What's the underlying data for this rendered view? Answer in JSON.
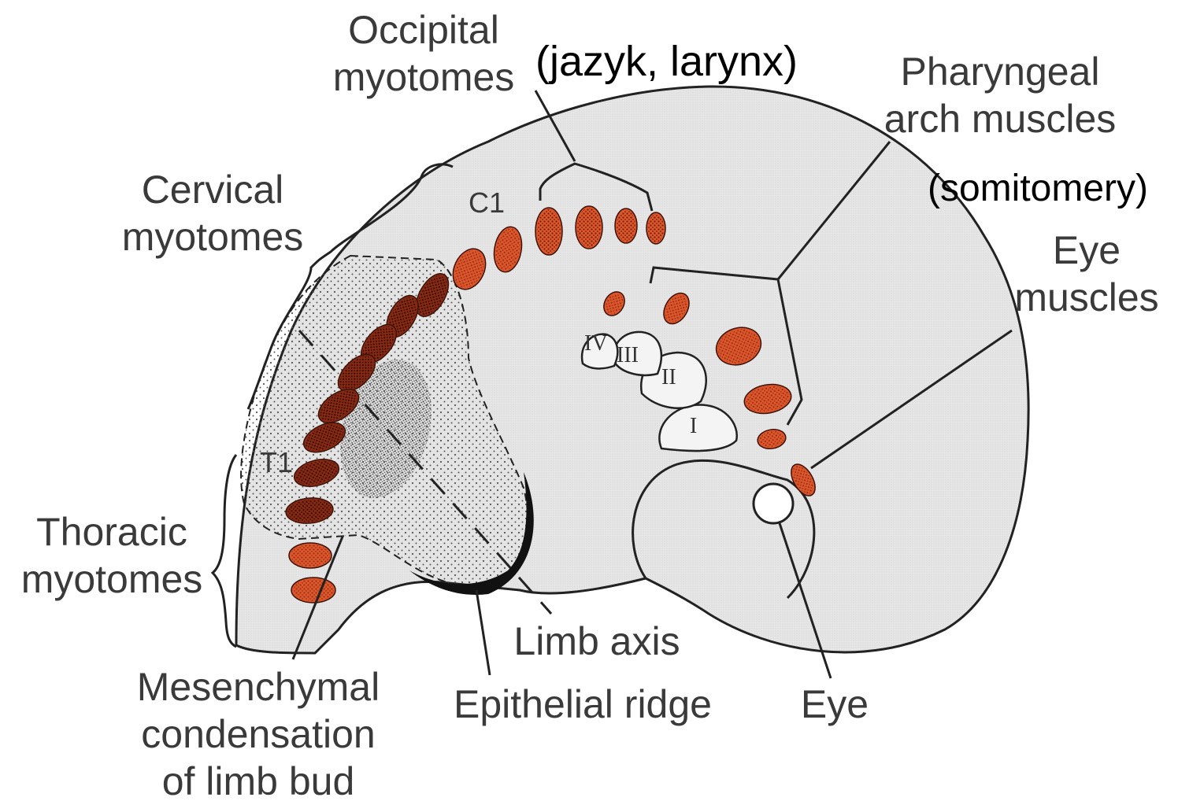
{
  "labels": {
    "occipital_line1": "Occipital",
    "occipital_line2": "myotomes",
    "annotation_tongue": "(jazyk, larynx)",
    "pharyngeal_line1": "Pharyngeal",
    "pharyngeal_line2": "arch muscles",
    "annotation_somitomeres": "(somitomery)",
    "cervical_line1": "Cervical",
    "cervical_line2": "myotomes",
    "eye_muscles_line1": "Eye",
    "eye_muscles_line2": "muscles",
    "c1": "C1",
    "t1": "T1",
    "thoracic_line1": "Thoracic",
    "thoracic_line2": "myotomes",
    "mesenchymal_line1": "Mesenchymal",
    "mesenchymal_line2": "condensation",
    "mesenchymal_line3": "of limb bud",
    "epithelial_ridge": "Epithelial ridge",
    "limb_axis": "Limb axis",
    "eye": "Eye"
  },
  "arches": {
    "i": "I",
    "ii": "II",
    "iii": "III",
    "iv": "IV"
  },
  "colors": {
    "myotome_fill": "#e0552a",
    "myotome_stipple": "#4a1a0c",
    "outline": "#222222",
    "embryo_fill": "#eeeeee",
    "label_text": "#3a3a3a",
    "annotation_text": "#000000"
  }
}
